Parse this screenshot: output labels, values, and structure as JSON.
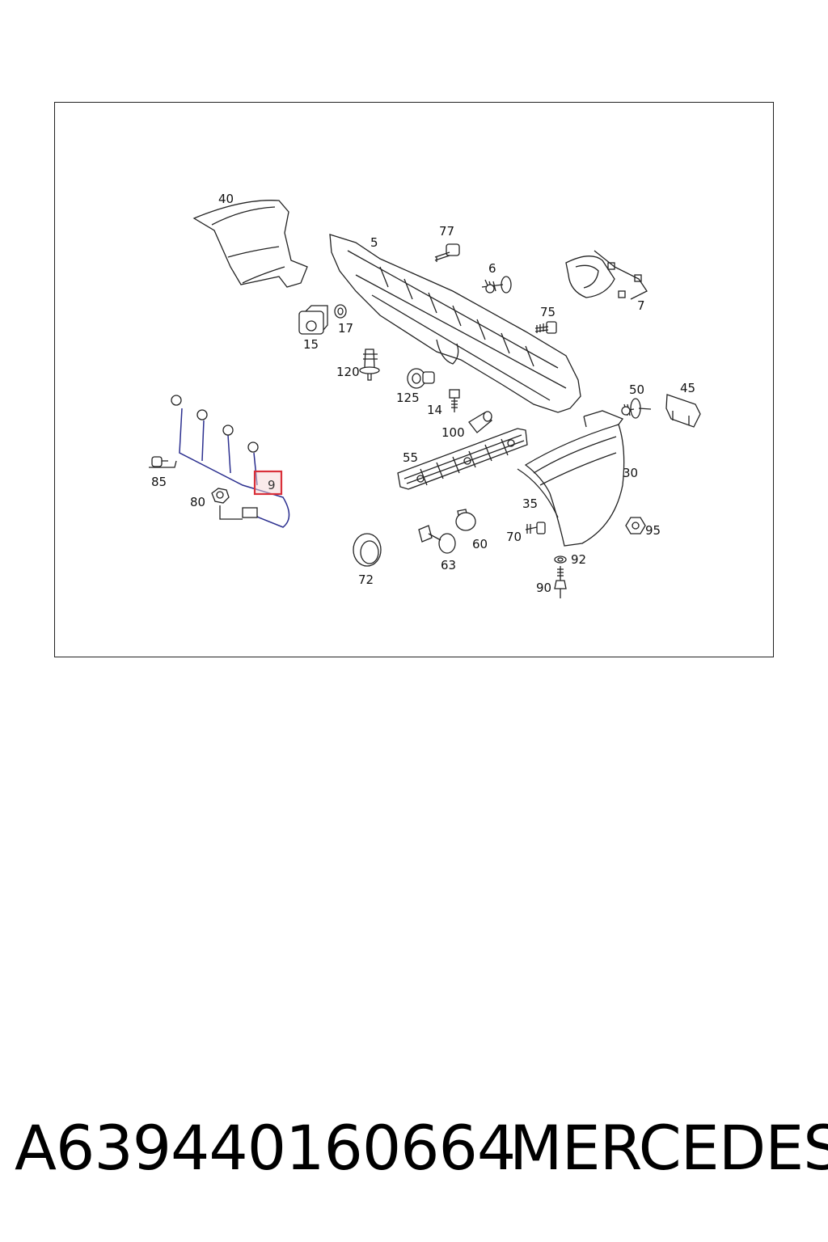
{
  "diagram": {
    "labels": {
      "p40": "40",
      "p5": "5",
      "p77": "77",
      "p6": "6",
      "p7": "7",
      "p75": "75",
      "p15": "15",
      "p17": "17",
      "p120": "120",
      "p125": "125",
      "p14": "14",
      "p50": "50",
      "p45": "45",
      "p100": "100",
      "p55": "55",
      "p30": "30",
      "p85": "85",
      "p9": "9",
      "p80": "80",
      "p35": "35",
      "p60": "60",
      "p70": "70",
      "p95": "95",
      "p63": "63",
      "p72": "72",
      "p92": "92",
      "p90": "90"
    },
    "highlighted_part": "9",
    "highlight_color": "#d9303a",
    "wire_color": "#2b2f8f"
  },
  "caption": {
    "part_number": "A639440160664",
    "brand": "MERCEDES"
  }
}
